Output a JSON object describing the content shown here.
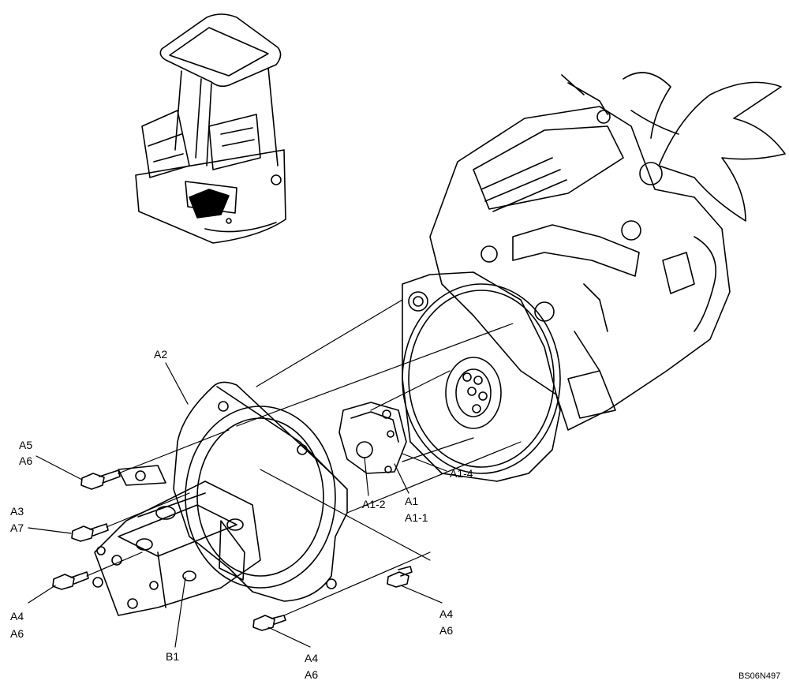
{
  "figure_id": "BS06N497",
  "callouts": {
    "a2": "A2",
    "a5": "A5",
    "a6_left": "A6",
    "a3": "A3",
    "a7": "A7",
    "a4_left": "A4",
    "a6_bottom_left": "A6",
    "b1": "B1",
    "a4_center": "A4",
    "a6_center": "A6",
    "a4_right": "A4",
    "a6_right": "A6",
    "a1_2": "A1-2",
    "a1": "A1",
    "a1_1": "A1-1",
    "a1_4": "A1-4"
  }
}
